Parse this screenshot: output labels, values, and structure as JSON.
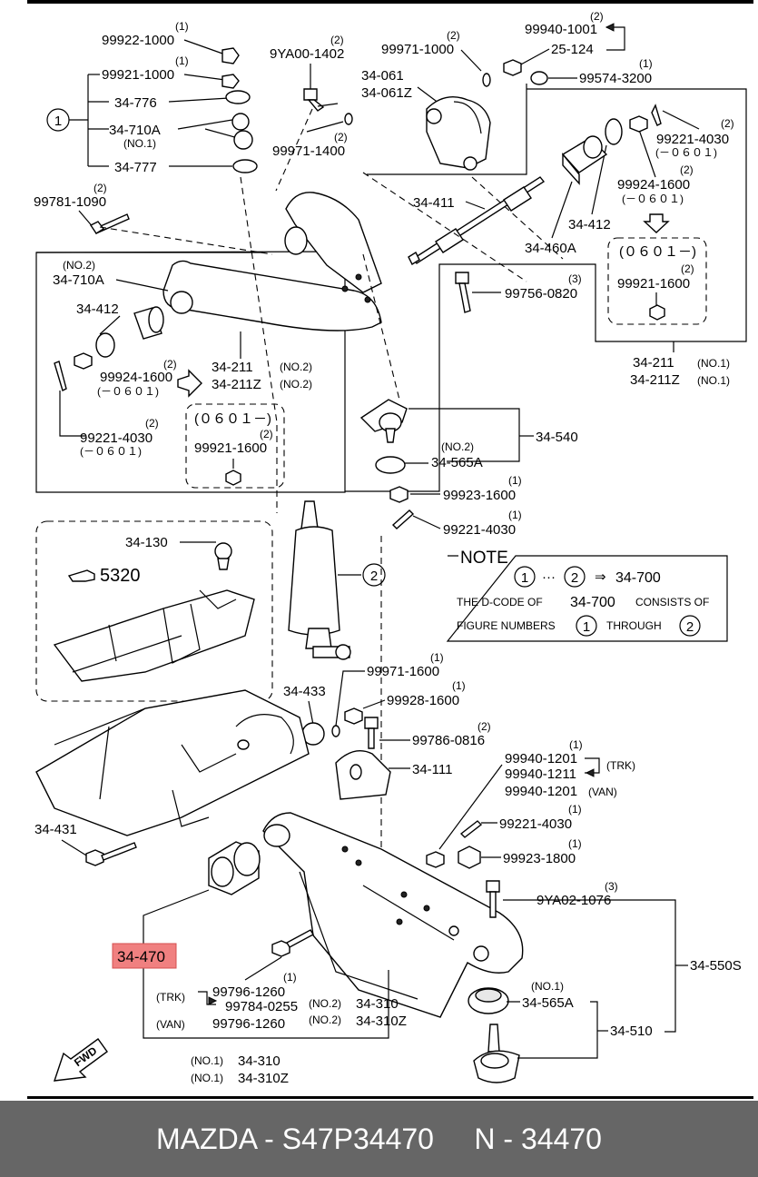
{
  "footer": {
    "text": "MAZDA - S47P34470     N - 34470"
  },
  "highlight_part": "34-470",
  "labels": {
    "p99922": "99922-1000",
    "q99922": "(1)",
    "p99921a": "99921-1000",
    "q99921a": "(1)",
    "p34776": "34-776",
    "p34710a_top": "34-710A",
    "no1_top": "(NO.1)",
    "p34777": "34-777",
    "circle1": "1",
    "p99781": "99781-1090",
    "q99781": "(2)",
    "p9ya00": "9YA00-1402",
    "q9ya00": "(2)",
    "p99971_1400": "99971-1400",
    "q99971_1400": "(2)",
    "p99971_1000": "99971-1000",
    "q99971_1000": "(2)",
    "p34061": "34-061",
    "p34061z": "34-061Z",
    "p99940_1001": "99940-1001",
    "q99940_1001": "(2)",
    "p25124": "25-124",
    "p99574": "99574-3200",
    "q99574": "(1)",
    "p99221_4030_r": "99221-4030",
    "q99221_4030_r": "(2)",
    "d0601_r1": "(－０６０１)",
    "p99924_1600_r": "99924-1600",
    "q99924_1600_r": "(2)",
    "d0601_r2": "(－０６０１)",
    "p34411": "34-411",
    "p34412_r": "34-412",
    "p34460a": "34-460A",
    "d0601_box_r": "(０６０１－)",
    "p99921_1600_r": "99921-1600",
    "q99921_1600_r": "(2)",
    "no2_l": "(NO.2)",
    "p34710a_l": "34-710A",
    "p34412_l": "34-412",
    "p99756": "99756-0820",
    "q99756": "(3)",
    "p99924_1600_l": "99924-1600",
    "q99924_1600_l": "(2)",
    "d0601_l1": "(－０６０１)",
    "p34211_l": "34-211",
    "p34211z_l": "34-211Z",
    "no2a": "(NO.2)",
    "no2b": "(NO.2)",
    "p34211_r": "34-211",
    "p34211z_r": "34-211Z",
    "no1a": "(NO.1)",
    "no1b": "(NO.1)",
    "p99221_4030_l": "99221-4030",
    "q99221_4030_l": "(2)",
    "d0601_l2": "(－０６０１)",
    "d0601_box_l": "(０６０１－)",
    "p99921_1600_l": "99921-1600",
    "q99921_1600_l": "(2)",
    "p34540": "34-540",
    "no2_565": "(NO.2)",
    "p34565a_t": "34-565A",
    "p99923_1600": "99923-1600",
    "q99923_1600": "(1)",
    "p99221_4030_m": "99221-4030",
    "q99221_4030_m": "(1)",
    "p34130": "34-130",
    "p5320": "5320",
    "circle2": "2",
    "note_title": "NOTE",
    "note_c1": "1",
    "note_dots": "···",
    "note_c2": "2",
    "note_arrow": "⇒",
    "note_part": "34-700",
    "note_l2a": "THE D-CODE OF",
    "note_l2b": "34-700",
    "note_l2c": "CONSISTS OF",
    "note_l3a": "FIGURE NUMBERS",
    "note_c3": "1",
    "note_l3b": "THROUGH",
    "note_c4": "2",
    "p34433": "34-433",
    "p99971_1600": "99971-1600",
    "q99971_1600": "(1)",
    "p99928_1600": "99928-1600",
    "q99928_1600": "(1)",
    "p99786": "99786-0816",
    "q99786": "(2)",
    "p34111": "34-111",
    "p99940_1201": "99940-1201",
    "q99940_1201": "(1)",
    "trk1": "(TRK)",
    "p99940_1211": "99940-1211",
    "p99940_1201v": "99940-1201",
    "van1": "(VAN)",
    "p99221_4030_b": "99221-4030",
    "q99221_4030_b": "(1)",
    "p99923_1800": "99923-1800",
    "q99923_1800": "(1)",
    "p34431": "34-431",
    "p9ya02": "9YA02-1076",
    "q9ya02": "(3)",
    "p34470": "34-470",
    "p34550s": "34-550S",
    "p99796_1260": "99796-1260",
    "q99796_1260": "(1)",
    "trk2": "(TRK)",
    "p99784": "99784-0255",
    "van2": "(VAN)",
    "p99796_1260v": "99796-1260",
    "no2c": "(NO.2)",
    "p34310_a": "34-310",
    "no2d": "(NO.2)",
    "p34310z_a": "34-310Z",
    "no1_565": "(NO.1)",
    "p34565a_b": "34-565A",
    "p34510": "34-510",
    "no1c": "(NO.1)",
    "p34310_b": "34-310",
    "no1d": "(NO.1)",
    "p34310z_b": "34-310Z",
    "fwd": "FWD"
  }
}
